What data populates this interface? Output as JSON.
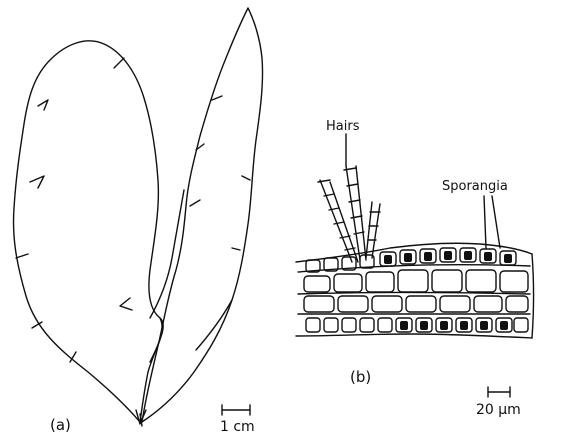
{
  "panel_a": {
    "label": "(a)",
    "scale_bar": "1 cm"
  },
  "panel_b": {
    "label": "(b)",
    "scale_bar": "20 μm",
    "annotations": {
      "hairs": "Hairs",
      "sporangia": "Sporangia"
    }
  },
  "colors": {
    "ink": "#111111",
    "background": "#ffffff"
  }
}
